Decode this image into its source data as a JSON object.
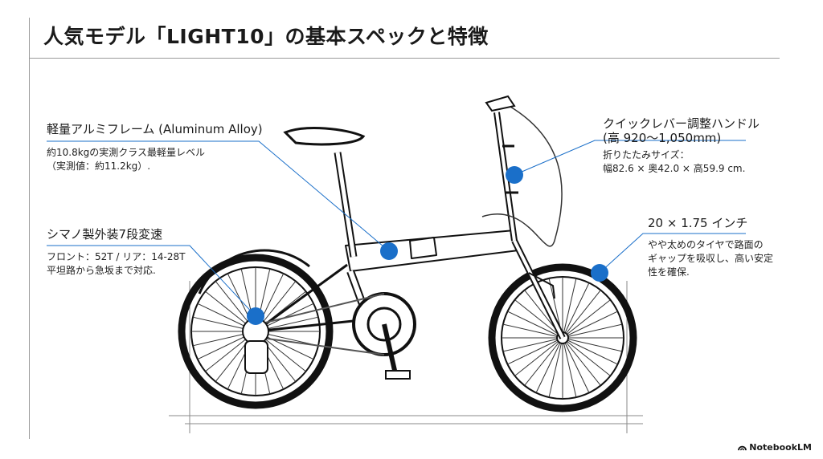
{
  "title": "人気モデル「LIGHT10」の基本スペックと特徴",
  "accent_color": "#1a6fc9",
  "callouts": {
    "frame": {
      "heading": "軽量アルミフレーム (Aluminum Alloy)",
      "body": [
        "約10.8kgの実測クラス最軽量レベル",
        "（実測値：約11.2kg）."
      ]
    },
    "gears": {
      "heading": "シマノ製外装7段変速",
      "body": [
        "フロント：52T / リア：14-28T",
        "平坦路から急坂まで対応."
      ]
    },
    "handle": {
      "heading": [
        "クイックレバー調整ハンドル",
        "(高 920〜1,050mm)"
      ],
      "body": [
        "折りたたみサイズ：",
        "幅82.6 × 奥42.0 × 高59.9 cm."
      ]
    },
    "tire": {
      "heading": "20 × 1.75 インチ",
      "body": [
        "やや太めのタイヤで路面の",
        "ギャップを吸収し、高い安定",
        "性を確保."
      ]
    }
  },
  "branding": {
    "logo_text": "NotebookLM",
    "logo_icon": "notebooklm-logo-icon"
  }
}
